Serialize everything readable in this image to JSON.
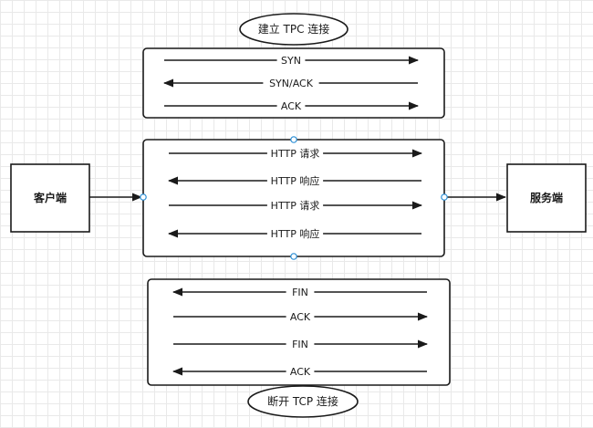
{
  "connect_label": "建立 TPC 连接",
  "disconnect_label": "断开 TCP 连接",
  "client_label": "客户端",
  "server_label": "服务端",
  "handshake": [
    "SYN",
    "SYN/ACK",
    "ACK"
  ],
  "exchange": [
    "HTTP 请求",
    "HTTP 响应",
    "HTTP 请求",
    "HTTP 响应"
  ],
  "teardown": [
    "FIN",
    "ACK",
    "FIN",
    "ACK"
  ],
  "colors": {
    "stroke": "#1a1a1a",
    "port": "#2b8fd6",
    "grid": "#e9e9e9"
  }
}
